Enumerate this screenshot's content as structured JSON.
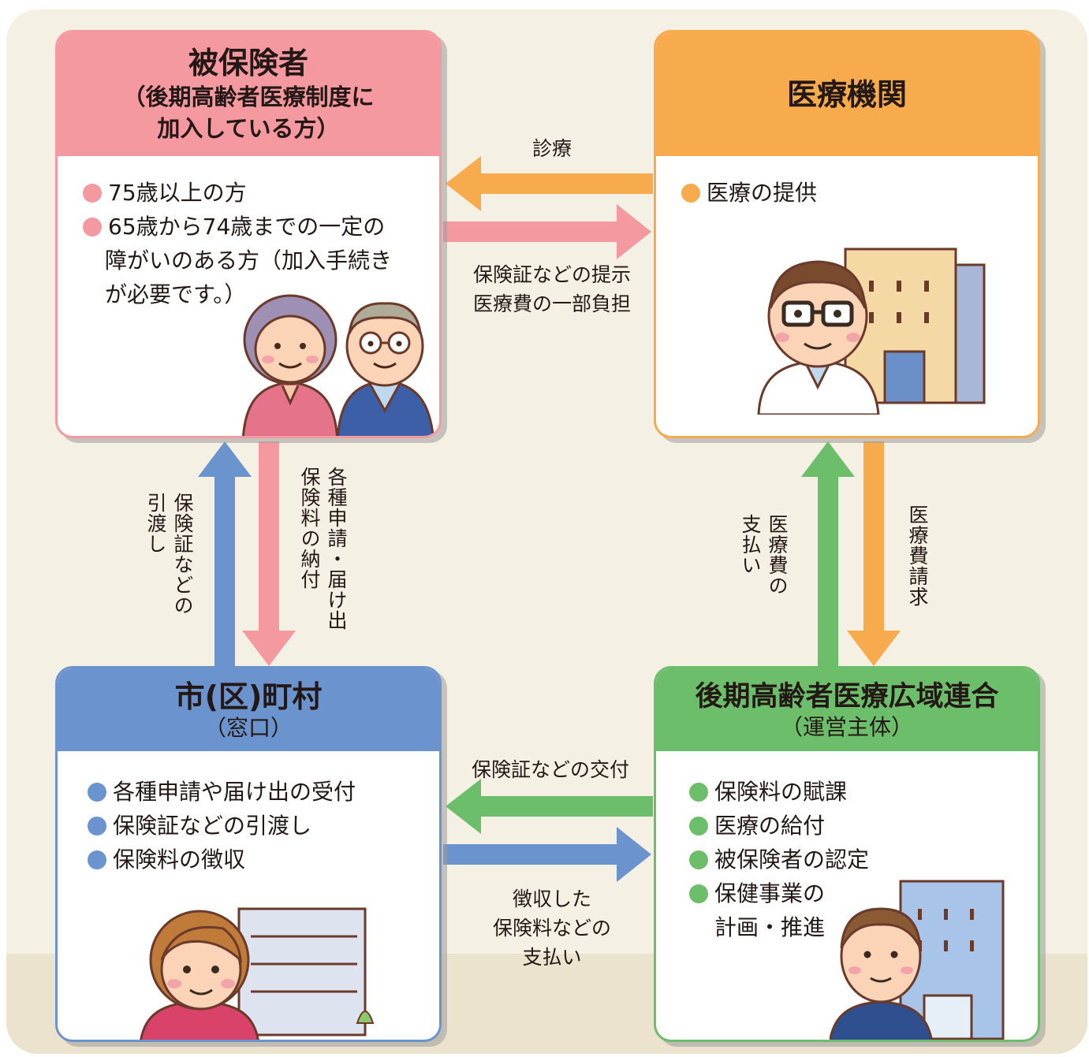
{
  "colors": {
    "insured": "#f4999f",
    "medical": "#f7ab4c",
    "municipal": "#6b93cd",
    "union": "#6cbe6a"
  },
  "insured": {
    "title": "被保険者",
    "subtitle_line1": "（後期高齢者医療制度に",
    "subtitle_line2": "加入している方）",
    "items": [
      "75歳以上の方",
      "65歳から74歳までの一定の",
      "障がいのある方（加入手続き",
      "が必要です。）"
    ]
  },
  "medical": {
    "title": "医療機関",
    "items": [
      "医療の提供"
    ]
  },
  "municipal": {
    "title": "市(区)町村",
    "subtitle": "（窓口）",
    "items": [
      "各種申請や届け出の受付",
      "保険証などの引渡し",
      "保険料の徴収"
    ]
  },
  "union": {
    "title": "後期高齢者医療広域連合",
    "subtitle": "（運営主体）",
    "items": [
      "保険料の賦課",
      "医療の給付",
      "被保険者の認定",
      "保健事業の",
      "計画・推進"
    ]
  },
  "flows": {
    "medical_to_insured": "診療",
    "insured_to_medical_line1": "保険証などの提示",
    "insured_to_medical_line2": "医療費の一部負担",
    "municipal_to_insured_col1": "保険証などの",
    "municipal_to_insured_col2": "引渡し",
    "insured_to_municipal_col1": "各種申請・届け出",
    "insured_to_municipal_col2": "保険料の納付",
    "union_to_medical_col1": "医療費の",
    "union_to_medical_col2": "支払い",
    "medical_to_union": "医療費請求",
    "union_to_municipal": "保険証などの交付",
    "municipal_to_union_line1": "徴収した",
    "municipal_to_union_line2": "保険料などの",
    "municipal_to_union_line3": "支払い"
  }
}
